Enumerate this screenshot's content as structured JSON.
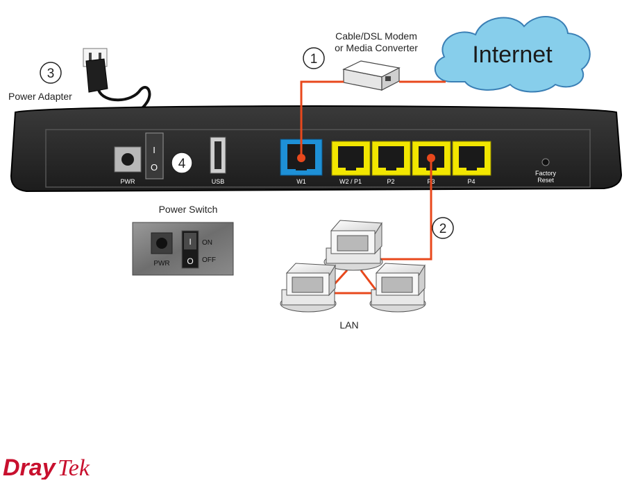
{
  "internet": {
    "label": "Internet",
    "color": "#87ceeb"
  },
  "modem": {
    "label_line1": "Cable/DSL Modem",
    "label_line2": "or Media Converter"
  },
  "callouts": {
    "one": "1",
    "two": "2",
    "three": "3",
    "four": "4"
  },
  "power_adapter": {
    "label": "Power Adapter"
  },
  "router": {
    "ports": {
      "pwr": "PWR",
      "usb": "USB",
      "w1": "W1",
      "w2p1": "W2 / P1",
      "p2": "P2",
      "p3": "P3",
      "p4": "P4",
      "factory_reset_line1": "Factory",
      "factory_reset_line2": "Reset"
    },
    "switch_on_glyph": "I",
    "switch_off_glyph": "O"
  },
  "power_switch_detail": {
    "title": "Power Switch",
    "pwr": "PWR",
    "on": "ON",
    "off": "OFF",
    "on_glyph": "I",
    "off_glyph": "O"
  },
  "lan": {
    "label": "LAN"
  },
  "logo": {
    "text_bold": "Dray",
    "text_italic": "Tek",
    "color": "#c8102e"
  },
  "colors": {
    "cable": "#e8481c",
    "wan_port": "#1e90d6",
    "lan_port": "#f2e600",
    "router_body": "#2b2b2b"
  }
}
